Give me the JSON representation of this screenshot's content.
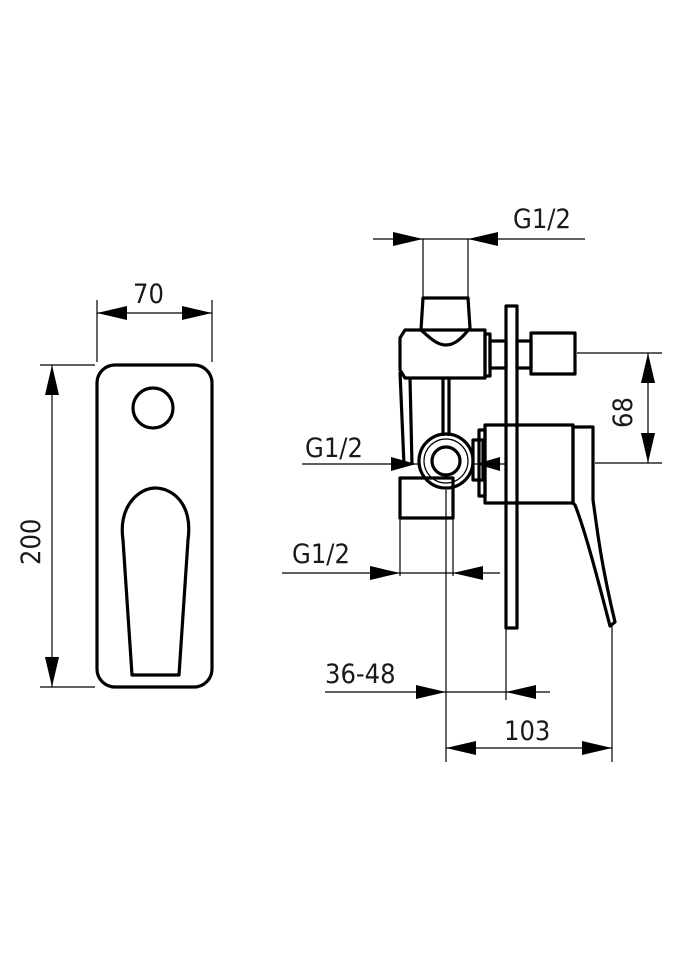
{
  "front_view": {
    "width_label": "70",
    "height_label": "200"
  },
  "side_view": {
    "top_thread_label": "G1/2",
    "middle_thread_label": "G1/2",
    "bottom_thread_label": "G1/2",
    "axis_spacing_label": "68",
    "wall_depth_label": "36-48",
    "projection_label": "103"
  }
}
